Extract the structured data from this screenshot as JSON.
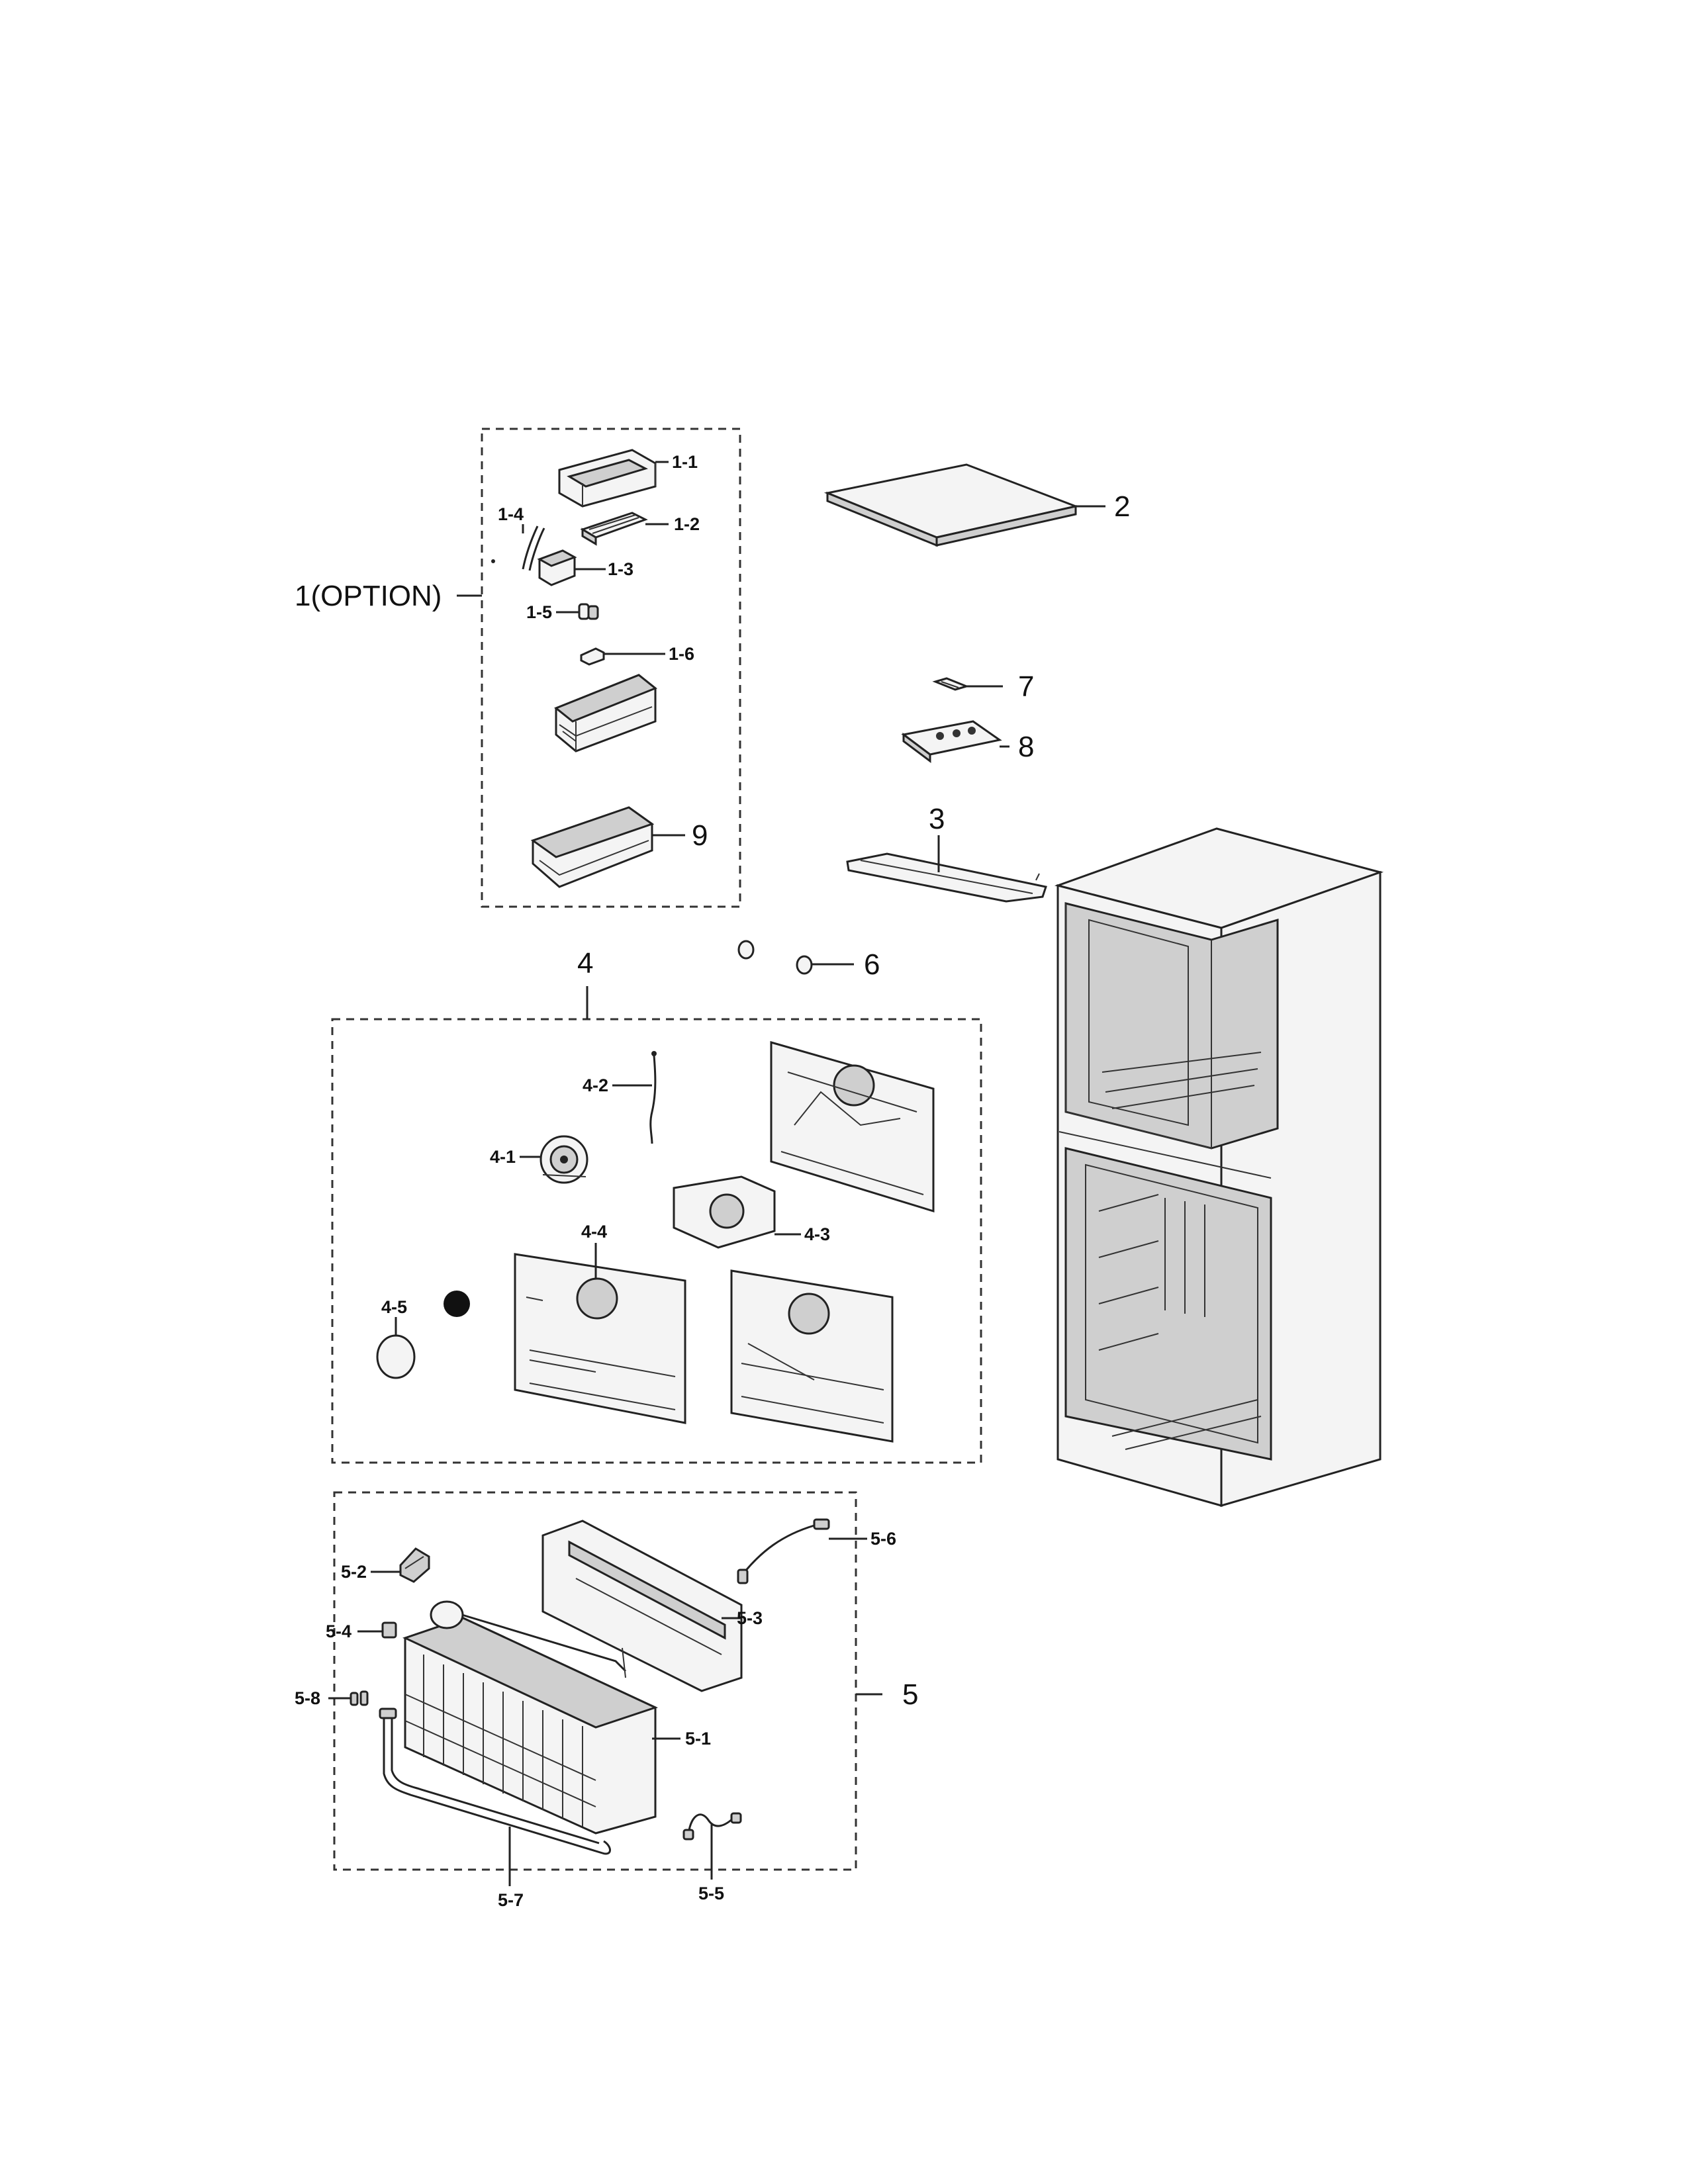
{
  "labels": {
    "l1_1": "1-1",
    "l1_2": "1-2",
    "l1_3": "1-3",
    "l1_4": "1-4",
    "l1_5": "1-5",
    "l1_6": "1-6",
    "l1_option": "1(OPTION)",
    "l2": "2",
    "l3": "3",
    "l4": "4",
    "l4_1": "4-1",
    "l4_2": "4-2",
    "l4_3": "4-3",
    "l4_4": "4-4",
    "l4_5": "4-5",
    "l5": "5",
    "l5_1": "5-1",
    "l5_2": "5-2",
    "l5_3": "5-3",
    "l5_4": "5-4",
    "l5_5": "5-5",
    "l5_6": "5-6",
    "l5_7": "5-7",
    "l5_8": "5-8",
    "l6": "6",
    "l7": "7",
    "l8": "8",
    "l9": "9"
  }
}
